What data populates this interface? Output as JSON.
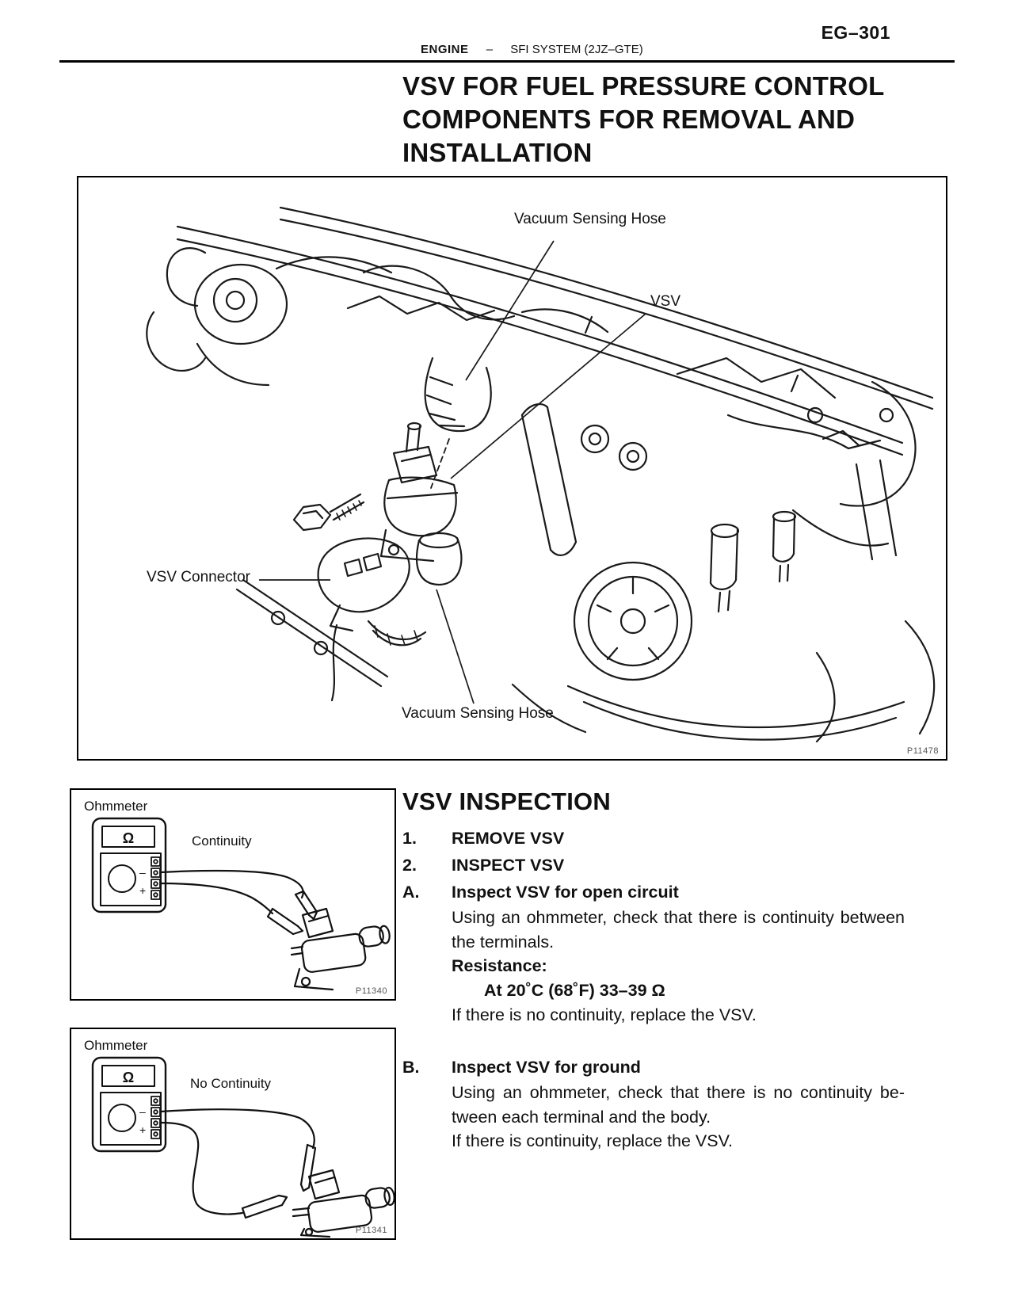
{
  "page": {
    "code": "EG–301",
    "header": {
      "section": "ENGINE",
      "separator": "–",
      "subsection": "SFI SYSTEM (2JZ–GTE)"
    },
    "title_lines": [
      "VSV FOR FUEL PRESSURE CONTROL",
      "COMPONENTS FOR REMOVAL AND",
      "INSTALLATION"
    ]
  },
  "main_figure": {
    "label_top_hose": "Vacuum Sensing Hose",
    "label_vsv": "VSV",
    "label_connector": "VSV Connector",
    "label_bottom_hose": "Vacuum Sensing Hose",
    "code": "P11478"
  },
  "continuity_figure": {
    "device_label": "Ohmmeter",
    "annotation": "Continuity",
    "meter_symbol": "Ω",
    "minus": "–",
    "plus": "+",
    "code": "P11340"
  },
  "ground_figure": {
    "device_label": "Ohmmeter",
    "annotation": "No Continuity",
    "meter_symbol": "Ω",
    "minus": "–",
    "plus": "+",
    "code": "P11341"
  },
  "inspection": {
    "heading": "VSV INSPECTION",
    "step1_num": "1.",
    "step1_text": "REMOVE VSV",
    "step2_num": "2.",
    "step2_text": "INSPECT VSV",
    "a_letter": "A.",
    "a_title": "Inspect VSV for open circuit",
    "a_body_line1": "Using an ohmmeter, check that there is continuity between",
    "a_body_line2": "the terminals.",
    "resistance_label": "Resistance:",
    "resistance_value": "At 20˚C (68˚F) 33–39 Ω",
    "a_note": "If there is no continuity, replace the VSV.",
    "b_letter": "B.",
    "b_title": "Inspect VSV for ground",
    "b_body_line1": "Using an ohmmeter, check that there is no continuity be-",
    "b_body_line2": "tween each terminal and the body.",
    "b_note": "If there is continuity, replace the VSV."
  }
}
